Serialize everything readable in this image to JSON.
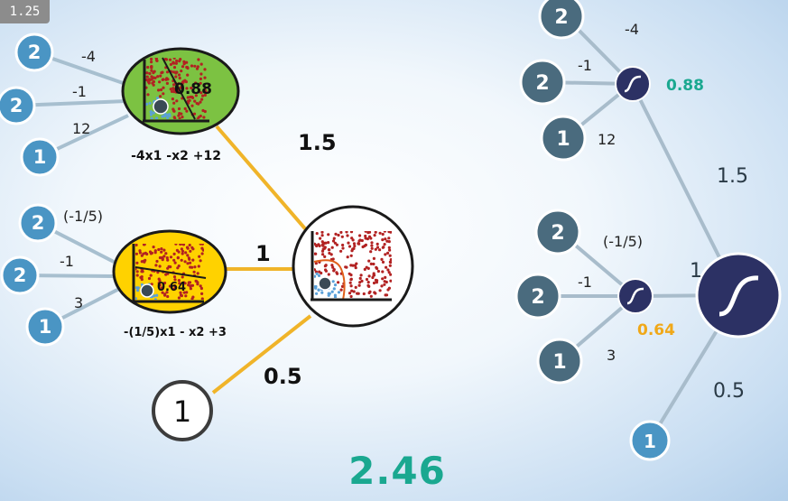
{
  "badge": "1.25",
  "result": "2.46",
  "left_network": {
    "perceptron_top": {
      "inputs": [
        "2",
        "2",
        "1"
      ],
      "weights": [
        "-4",
        "-1",
        "12"
      ],
      "output": "0.88",
      "equation": "-4x1 -x2 +12",
      "fill_color": "#7cc242"
    },
    "perceptron_mid": {
      "inputs": [
        "2",
        "2",
        "1"
      ],
      "weights": [
        "(-1/5)",
        "-1",
        "3"
      ],
      "output": "0.64",
      "equation": "-(1/5)x1 - x2 +3",
      "fill_color": "#ffd200"
    },
    "bias_input": "1",
    "output_weights": [
      "1.5",
      "1",
      "0.5"
    ]
  },
  "right_network": {
    "top_inputs": [
      "2",
      "2",
      "1"
    ],
    "top_weights": [
      "-4",
      "-1",
      "12"
    ],
    "top_output": "0.88",
    "mid_inputs": [
      "2",
      "2",
      "1"
    ],
    "mid_weights": [
      "(-1/5)",
      "-1",
      "3"
    ],
    "mid_output": "0.64",
    "bias_input": "1",
    "output_weights": [
      "1.5",
      "1",
      "0.5"
    ],
    "top_output_color": "#1aa890",
    "mid_output_color": "#f0a818"
  },
  "colors": {
    "input_node": "#4a95c4",
    "dark_node": "#4a6b7e",
    "sigmoid_node": "#2c3164",
    "edge_left": "#f0b429",
    "edge_right": "#a8bccb",
    "edge_input": "#a7bfcf",
    "dot_red": "#b22222",
    "dot_blue": "#5aa0d8"
  }
}
